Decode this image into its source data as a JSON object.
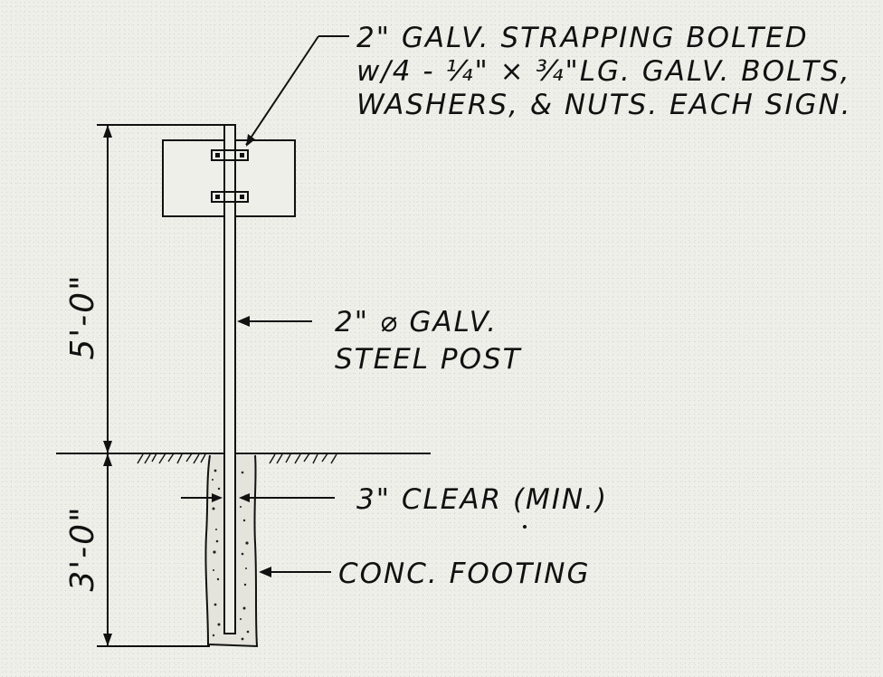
{
  "notes": {
    "strapping": {
      "line1": "2\" GALV. STRAPPING BOLTED",
      "line2": "w/4 - ¼\" × ¾\"LG. GALV. BOLTS,",
      "line3": "WASHERS, & NUTS. EACH SIGN."
    },
    "post": {
      "line1": "2\" ⌀ GALV.",
      "line2": "STEEL POST"
    },
    "clear": "3\" CLEAR (MIN.)",
    "footing": "CONC. FOOTING"
  },
  "dimensions": {
    "above_grade": "5'-0\"",
    "below_grade": "3'-0\""
  },
  "colors": {
    "ink": "#111111",
    "paper": "#efefe9"
  }
}
